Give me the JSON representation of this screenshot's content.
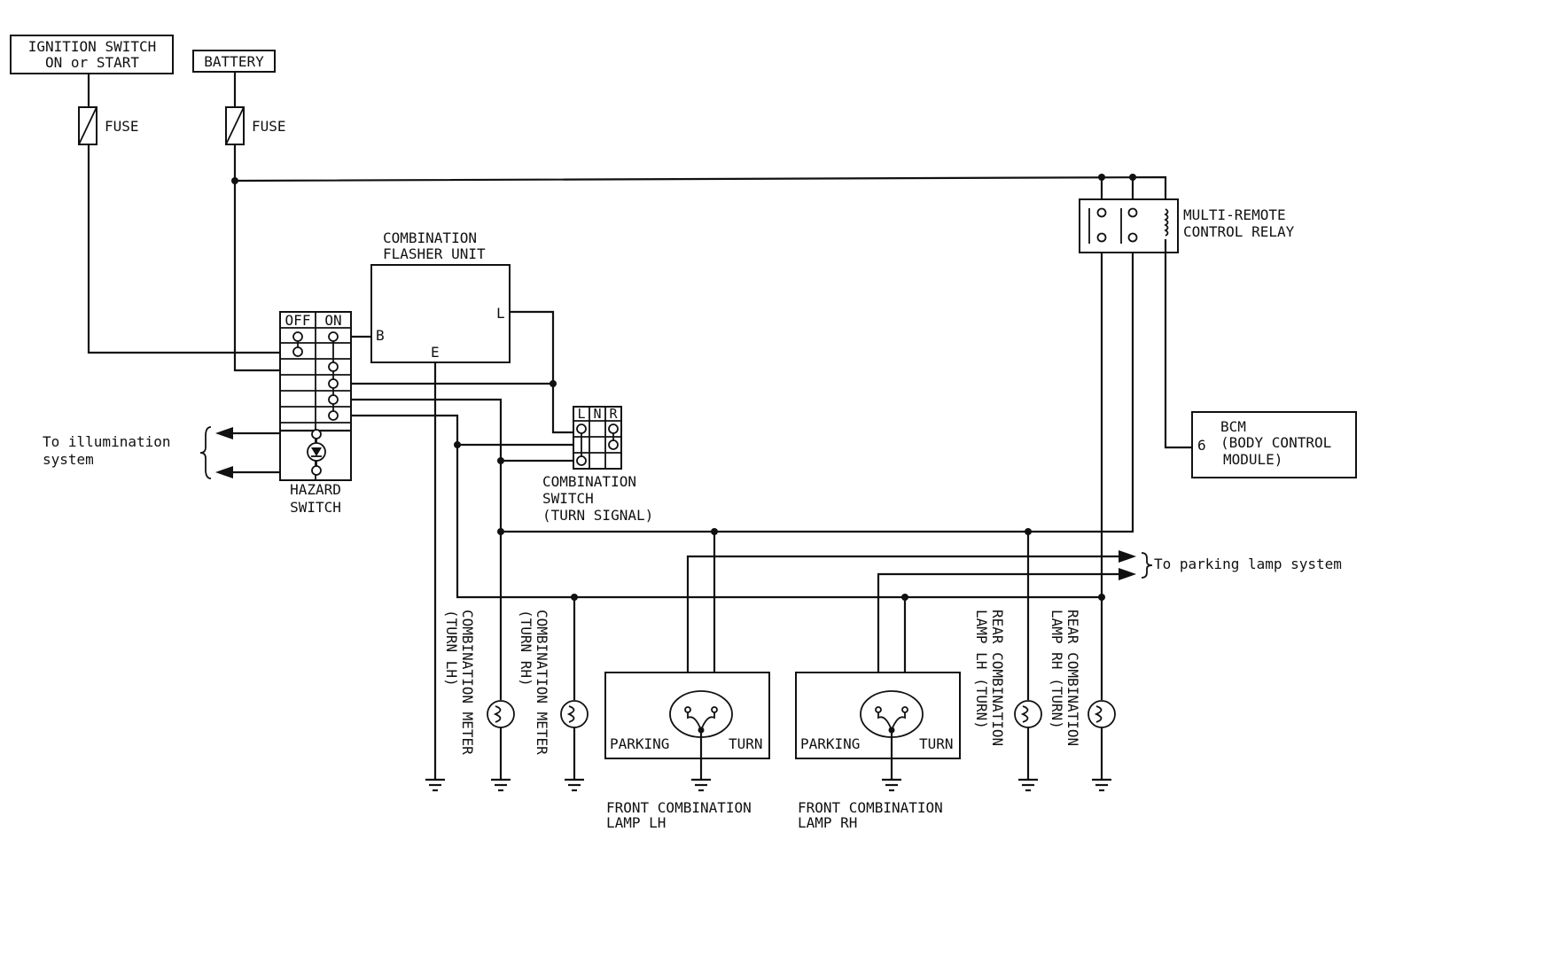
{
  "labels": {
    "ignition_line1": "IGNITION SWITCH",
    "ignition_line2": "ON or START",
    "battery": "BATTERY",
    "fuse": "FUSE",
    "flasher_line1": "COMBINATION",
    "flasher_line2": "FLASHER UNIT",
    "flasher_pin_b": "B",
    "flasher_pin_l": "L",
    "flasher_pin_e": "E",
    "hazard_off": "OFF",
    "hazard_on": "ON",
    "hazard_line1": "HAZARD",
    "hazard_line2": "SWITCH",
    "illum_line1": "To illumination",
    "illum_line2": "system",
    "turn_l": "L",
    "turn_n": "N",
    "turn_r": "R",
    "combsw_line1": "COMBINATION",
    "combsw_line2": "SWITCH",
    "combsw_line3": "(TURN SIGNAL)",
    "relay_line1": "MULTI-REMOTE",
    "relay_line2": "CONTROL RELAY",
    "bcm_line1": "BCM",
    "bcm_line2": "(BODY CONTROL",
    "bcm_line3": "MODULE)",
    "bcm_pin": "6",
    "parking_system": "To parking lamp system",
    "meter_lh_line1": "COMBINATION METER",
    "meter_lh_line2": "(TURN LH)",
    "meter_rh_line1": "COMBINATION METER",
    "meter_rh_line2": "(TURN RH)",
    "parking": "PARKING",
    "turn": "TURN",
    "front_lh_line1": "FRONT COMBINATION",
    "front_lh_line2": "LAMP LH",
    "front_rh_line1": "FRONT COMBINATION",
    "front_rh_line2": "LAMP RH",
    "rear_lh_line1": "REAR COMBINATION",
    "rear_lh_line2": "LAMP LH (TURN)",
    "rear_rh_line1": "REAR COMBINATION",
    "rear_rh_line2": "LAMP RH (TURN)"
  }
}
